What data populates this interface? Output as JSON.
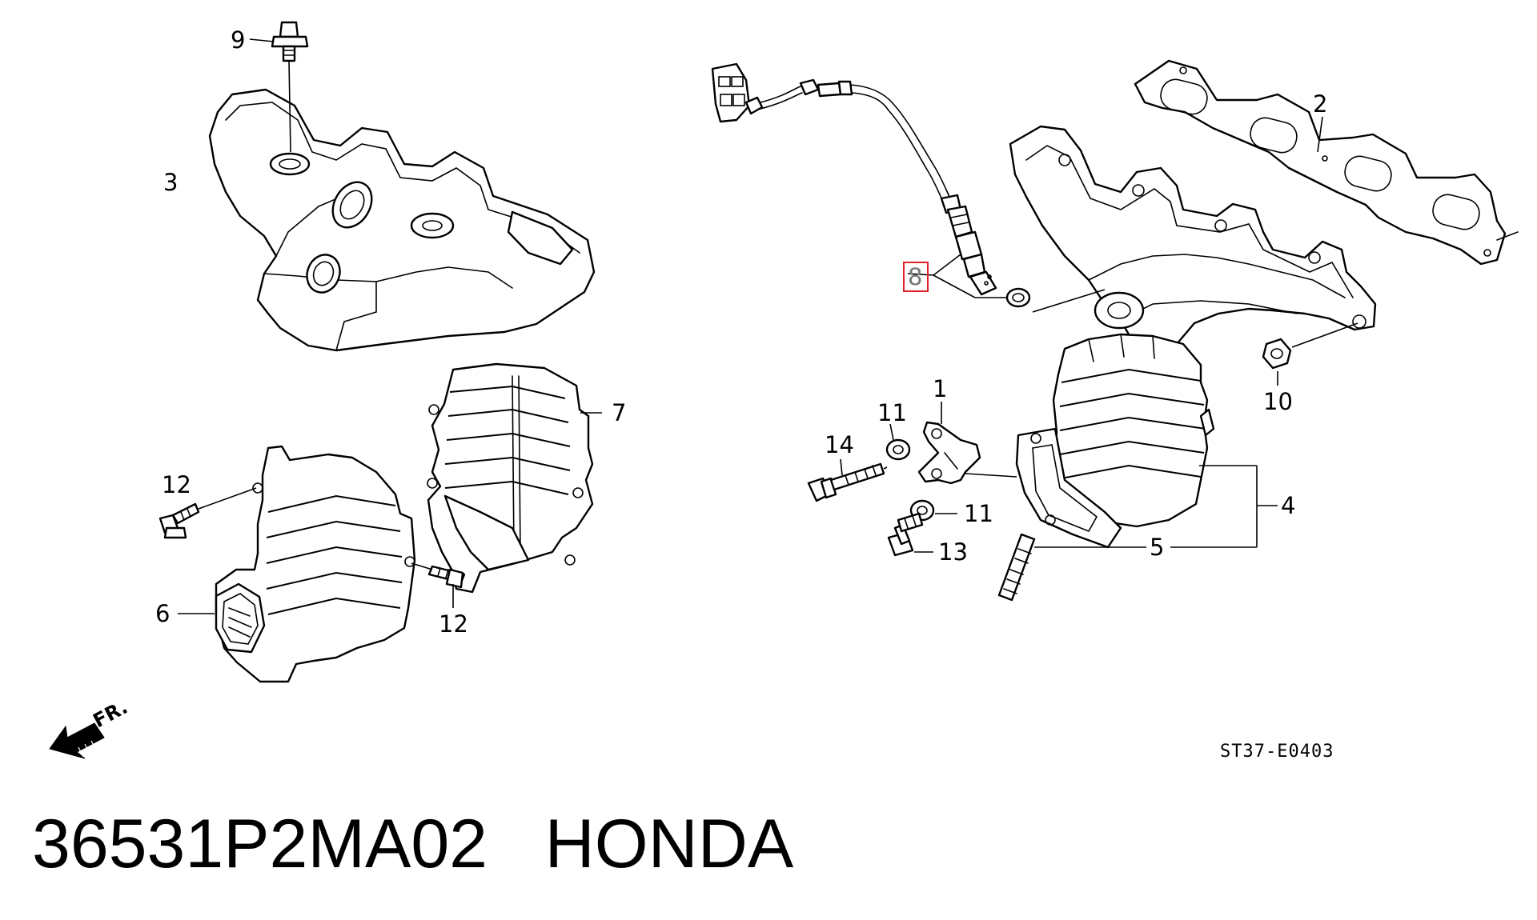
{
  "diagram": {
    "callouts": {
      "c1": "1",
      "c2": "2",
      "c3": "3",
      "c4": "4",
      "c5": "5",
      "c6": "6",
      "c7": "7",
      "c8": "8",
      "c9": "9",
      "c10": "10",
      "c11a": "11",
      "c11b": "11",
      "c12a": "12",
      "c12b": "12",
      "c13": "13",
      "c14": "14"
    },
    "highlighted_callout": "8",
    "highlight_color": "#e0202a",
    "front_indicator": "FR.",
    "drawing_code": "ST37-E0403"
  },
  "caption": {
    "text": "36531P2MA02   HONDA"
  }
}
